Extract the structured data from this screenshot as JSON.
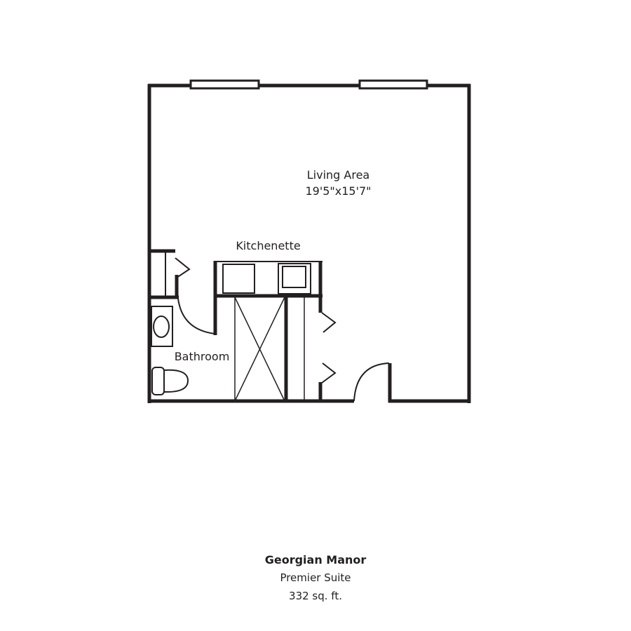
{
  "floorplan": {
    "rooms": {
      "living": {
        "name": "Living Area",
        "dimensions": "19'5\"x15'7\""
      },
      "kitchen": {
        "name": "Kitchenette"
      },
      "bathroom": {
        "name": "Bathroom"
      }
    },
    "caption": {
      "building": "Georgian Manor",
      "unit_type": "Premier Suite",
      "area": "332 sq. ft."
    },
    "colors": {
      "wall": "#231f20",
      "background": "#ffffff"
    }
  }
}
